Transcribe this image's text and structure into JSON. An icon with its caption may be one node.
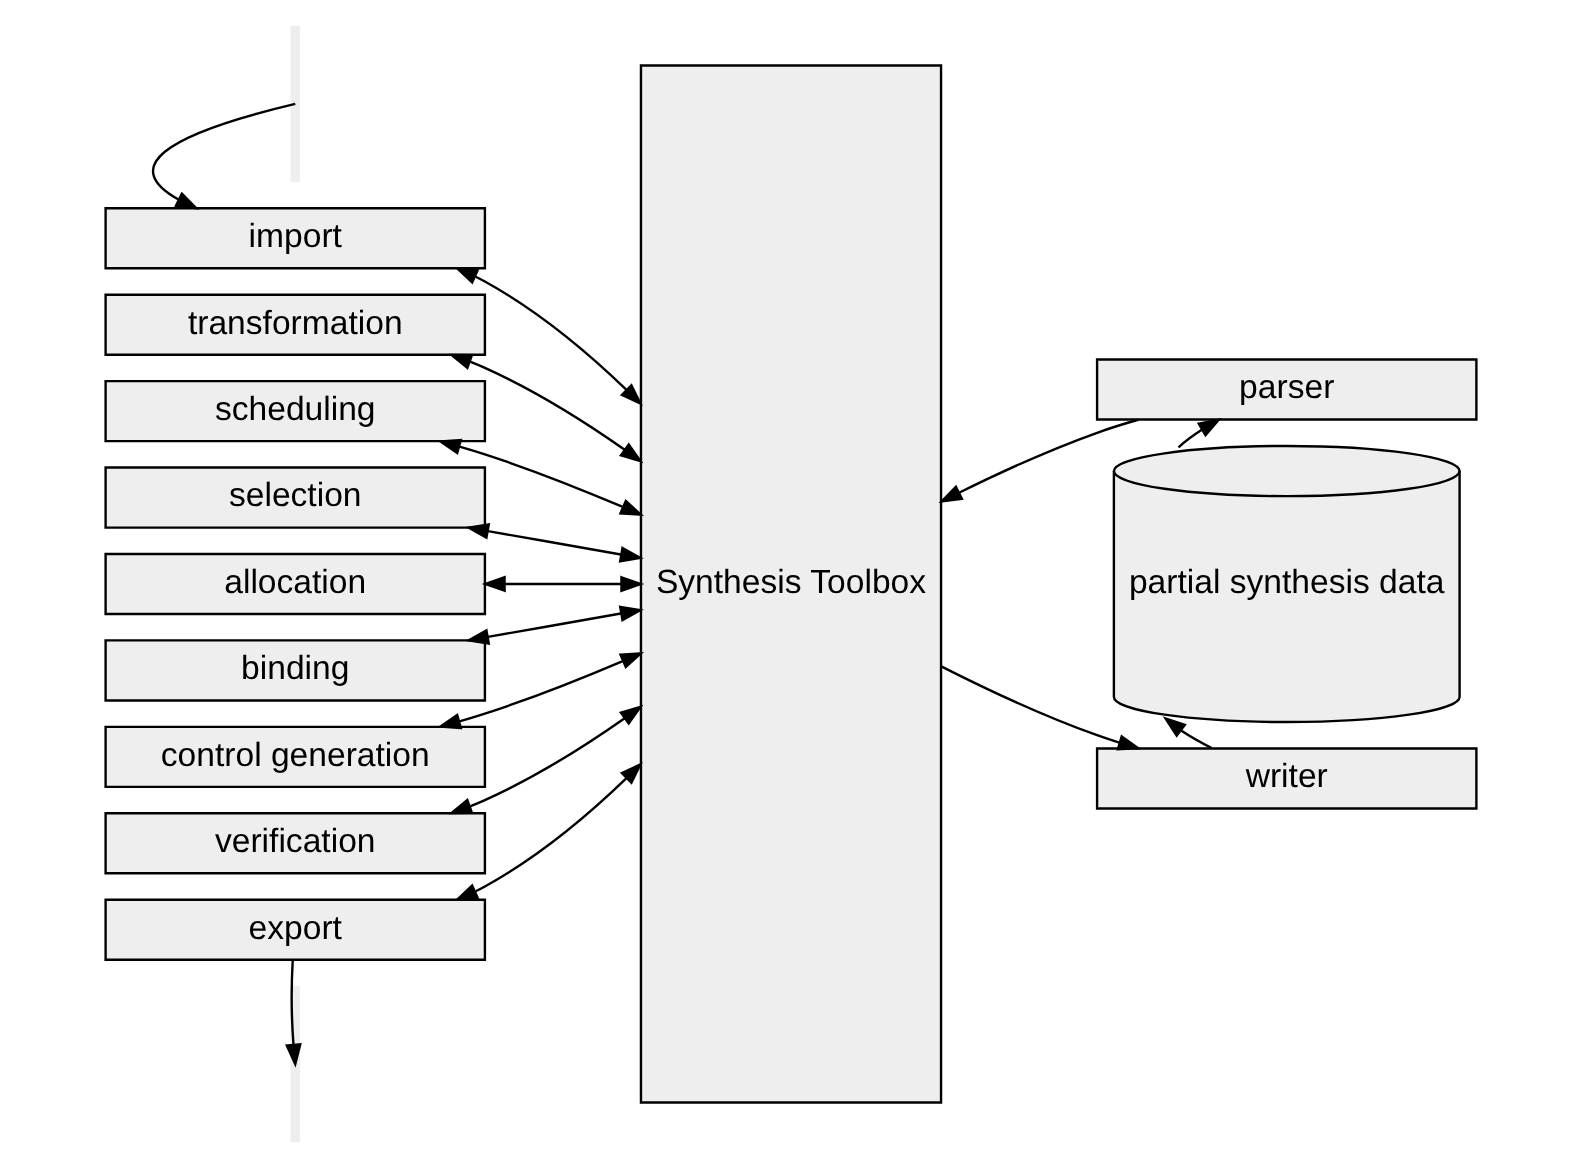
{
  "diagram": {
    "nodes": [
      {
        "text": [
          "import"
        ]
      },
      {
        "text": [
          "transformation"
        ]
      },
      {
        "text": [
          "scheduling"
        ]
      },
      {
        "text": [
          "selection"
        ]
      },
      {
        "text": [
          "allocation"
        ]
      },
      {
        "text": [
          "binding"
        ]
      },
      {
        "text": [
          "control generation"
        ]
      },
      {
        "text": [
          "verification"
        ]
      },
      {
        "text": [
          "export"
        ]
      },
      {
        "text": [
          "Synthesis Toolbox"
        ]
      },
      {
        "text": [
          "parser"
        ]
      },
      {
        "text": [
          "partial synthesis data"
        ]
      },
      {
        "text": [
          "writer"
        ]
      }
    ],
    "edges": [
      {
        "from": null,
        "to": 0,
        "arrow": "to"
      },
      {
        "from": 0,
        "to": 9,
        "arrow": "both"
      },
      {
        "from": 1,
        "to": 9,
        "arrow": "both"
      },
      {
        "from": 2,
        "to": 9,
        "arrow": "both"
      },
      {
        "from": 3,
        "to": 9,
        "arrow": "both"
      },
      {
        "from": 4,
        "to": 9,
        "arrow": "both"
      },
      {
        "from": 5,
        "to": 9,
        "arrow": "both"
      },
      {
        "from": 6,
        "to": 9,
        "arrow": "both"
      },
      {
        "from": 7,
        "to": 9,
        "arrow": "both"
      },
      {
        "from": 8,
        "to": 9,
        "arrow": "both"
      },
      {
        "from": 8,
        "to": null,
        "arrow": "to"
      },
      {
        "from": 9,
        "to": 12,
        "arrow": "to"
      },
      {
        "from": 12,
        "to": 11,
        "arrow": "to"
      },
      {
        "from": 11,
        "to": 10,
        "arrow": "to"
      },
      {
        "from": 10,
        "to": 9,
        "arrow": "to"
      }
    ]
  }
}
